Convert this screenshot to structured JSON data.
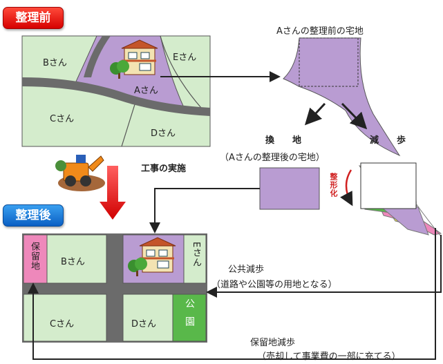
{
  "badges": {
    "before": "整理前",
    "after": "整理後"
  },
  "before_map": {
    "lot_b": "Bさん",
    "lot_e": "Eさん",
    "lot_a": "Aさん",
    "lot_c": "Cさん",
    "lot_d": "Dさん"
  },
  "after_map": {
    "reserve": "保留地",
    "lot_b": "Bさん",
    "lot_e": "Eさん",
    "lot_c": "Cさん",
    "lot_d": "Dさん",
    "park": "公園"
  },
  "a_before_title": "Aさんの整理前の宅地",
  "kanchi": "換　　地",
  "genpo": "減　　歩",
  "a_after_caption": "（Aさんの整理後の宅地）",
  "seikeika": "整形化",
  "construction": "工事の実施",
  "public_genpo": {
    "title": "公共減歩",
    "note": "（道路や公園等の用地となる）"
  },
  "reserve_genpo": {
    "title": "保留地減歩",
    "note": "（売却して事業費の一部に充てる）"
  },
  "colors": {
    "lot_green": "#d4eccc",
    "a_lot_purple": "#b99cd2",
    "road_gray": "#666666",
    "reserve_pink": "#ee88bb",
    "park_green": "#59b84a",
    "before_badge": "#e60000",
    "after_badge": "#0a6fd6",
    "construction_arrow": "#e42020"
  },
  "icons": [
    "house-icon",
    "tree-icon",
    "construction-machine-icon",
    "rotate-arrow-icon"
  ]
}
